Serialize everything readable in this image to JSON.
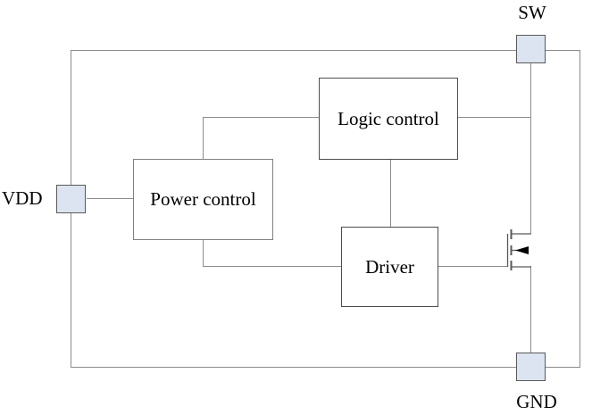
{
  "diagram": {
    "blocks": {
      "logic_control": {
        "label": "Logic control"
      },
      "power_control": {
        "label": "Power control"
      },
      "driver": {
        "label": "Driver"
      }
    },
    "pins": {
      "vdd": {
        "label": "VDD"
      },
      "sw": {
        "label": "SW"
      },
      "gnd": {
        "label": "GND"
      }
    },
    "colors": {
      "background": "#ffffff",
      "wire": "#8c8c8c",
      "block_border": "#4d4d4d",
      "power_block_border": "#808080",
      "pin_fill": "#dbe4f0",
      "pin_border": "#5a5a5a",
      "text": "#000000",
      "transistor_arrow_fill": "#000000"
    }
  }
}
